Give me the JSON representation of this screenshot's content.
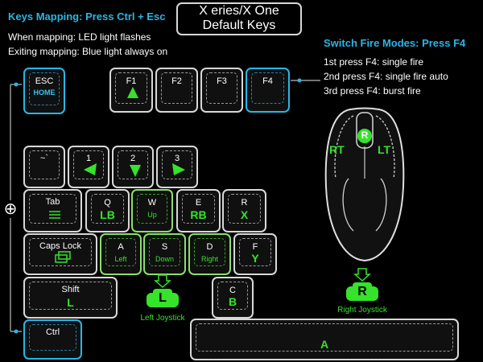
{
  "title": {
    "line1": "X eries/X One",
    "line2": "Default Keys"
  },
  "mapping": {
    "heading": "Keys Mapping: Press Ctrl + Esc",
    "line1": "When mapping: LED light flashes",
    "line2": "Exiting mapping:  Blue light always on"
  },
  "fire_modes": {
    "heading": "Switch Fire Modes: Press F4",
    "line1": "1st press F4: single fire",
    "line2": "2nd press F4: single fire auto",
    "line3": "3rd press F4: burst fire"
  },
  "keys": {
    "esc": "ESC",
    "home": "HOME",
    "f1": "F1",
    "f2": "F2",
    "f3": "F3",
    "f4": "F4",
    "tilde": "~`",
    "k1": "1",
    "k2": "2",
    "k3": "3",
    "tab": "Tab",
    "q": "Q",
    "q_map": "LB",
    "w": "W",
    "w_map": "Up",
    "e": "E",
    "e_map": "RB",
    "r": "R",
    "r_map": "X",
    "caps": "Caps Lock",
    "a": "A",
    "a_map": "Left",
    "s": "S",
    "s_map": "Down",
    "d": "D",
    "d_map": "Right",
    "f": "F",
    "f_map": "Y",
    "shift": "Shift",
    "shift_map": "L",
    "c": "C",
    "c_map": "B",
    "ctrl": "Ctrl",
    "space_map": "A"
  },
  "mouse": {
    "rt": "RT",
    "lt": "LT",
    "wheel": "R"
  },
  "joysticks": {
    "left_letter": "L",
    "left_label": "Left Joystick",
    "right_letter": "R",
    "right_label": "Right Joystick"
  },
  "colors": {
    "accent_blue": "#29b6e6",
    "mapped_green": "#35e32a",
    "key_outline": "#d8d8d8"
  },
  "icons": {
    "plus": "⊕"
  }
}
